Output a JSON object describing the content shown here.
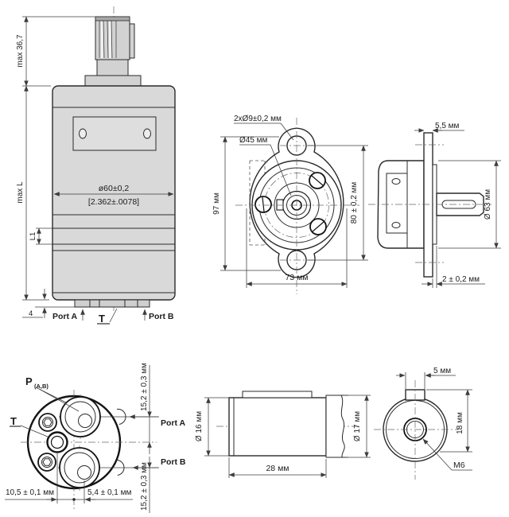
{
  "title": "Hydraulic motor dimensional drawing",
  "colors": {
    "background": "#ffffff",
    "line": "#2a2a2a",
    "heavy_line": "#141414",
    "body_fill": "#d9d9d9"
  },
  "views": {
    "side": {
      "shaft_height": "max 36,7",
      "body_length": "max L",
      "body_diameter_mm": "ø60±0,2",
      "body_diameter_in": "[2.362±.0078]",
      "l1": "L1",
      "boss_height": "4",
      "port_a": "Port A",
      "tank_port": "T",
      "port_b": "Port B"
    },
    "flange_front": {
      "bolt_holes": "2xØ9±0,2 мм",
      "pilot": "Ø45 мм",
      "overall_height": "97 мм",
      "bolt_spacing": "80 ± 0,2 мм",
      "overall_width": "73 мм"
    },
    "flange_side": {
      "flange_thickness": "5,5 мм",
      "flange_body_diameter": "Ø 63 мм",
      "spigot_offset": "2 ± 0,2 мм"
    },
    "port_face": {
      "pressure_port": "P",
      "pressure_port_sub": "(A,B)",
      "tank_port": "T",
      "port_a_offset": "15,2 ± 0,3 мм",
      "port_b_offset": "15,2 ± 0,3 мм",
      "port_a": "Port A",
      "port_b": "Port B",
      "tank_offset": "10,5 ± 0,1 мм",
      "port_drill_offset": "5,4 ± 0,1 мм"
    },
    "shaft_side": {
      "shaft_diameter": "Ø 16 мм",
      "shaft_length": "28 мм",
      "collar_diameter": "Ø 17 мм"
    },
    "shaft_end": {
      "key_width": "5 мм",
      "key_height": "18 мм",
      "thread": "M6"
    }
  }
}
